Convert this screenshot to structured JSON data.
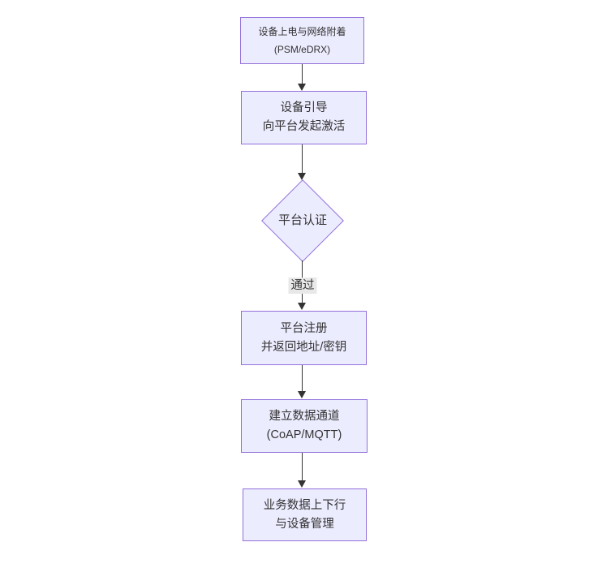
{
  "diagram": {
    "type": "flowchart-vertical",
    "nodes": [
      {
        "id": "power-attach",
        "shape": "rect",
        "lines": [
          "设备上电与网络附着",
          "(PSM/eDRX)"
        ]
      },
      {
        "id": "bootstrap",
        "shape": "rect",
        "lines": [
          "设备引导",
          "向平台发起激活"
        ]
      },
      {
        "id": "platform-auth",
        "shape": "diamond",
        "lines": [
          "平台认证"
        ]
      },
      {
        "id": "platform-register",
        "shape": "rect",
        "lines": [
          "平台注册",
          "并返回地址/密钥"
        ]
      },
      {
        "id": "data-channel",
        "shape": "rect",
        "lines": [
          "建立数据通道",
          "(CoAP/MQTT)"
        ]
      },
      {
        "id": "business-data",
        "shape": "rect",
        "lines": [
          "业务数据上下行",
          "与设备管理"
        ]
      }
    ],
    "edges": [
      {
        "from": "power-attach",
        "to": "bootstrap",
        "label": ""
      },
      {
        "from": "bootstrap",
        "to": "platform-auth",
        "label": ""
      },
      {
        "from": "platform-auth",
        "to": "platform-register",
        "label": "通过"
      },
      {
        "from": "platform-register",
        "to": "data-channel",
        "label": ""
      },
      {
        "from": "data-channel",
        "to": "business-data",
        "label": ""
      }
    ],
    "edge_labels": [
      {
        "id": "auth-pass",
        "text": "通过"
      }
    ],
    "colors": {
      "node_fill": "#ECECFF",
      "node_border": "#9370DB",
      "arrow_color": "#333333",
      "text_color": "#333333",
      "edge_label_bg": "#e8e8e8",
      "background": "#ffffff"
    }
  }
}
